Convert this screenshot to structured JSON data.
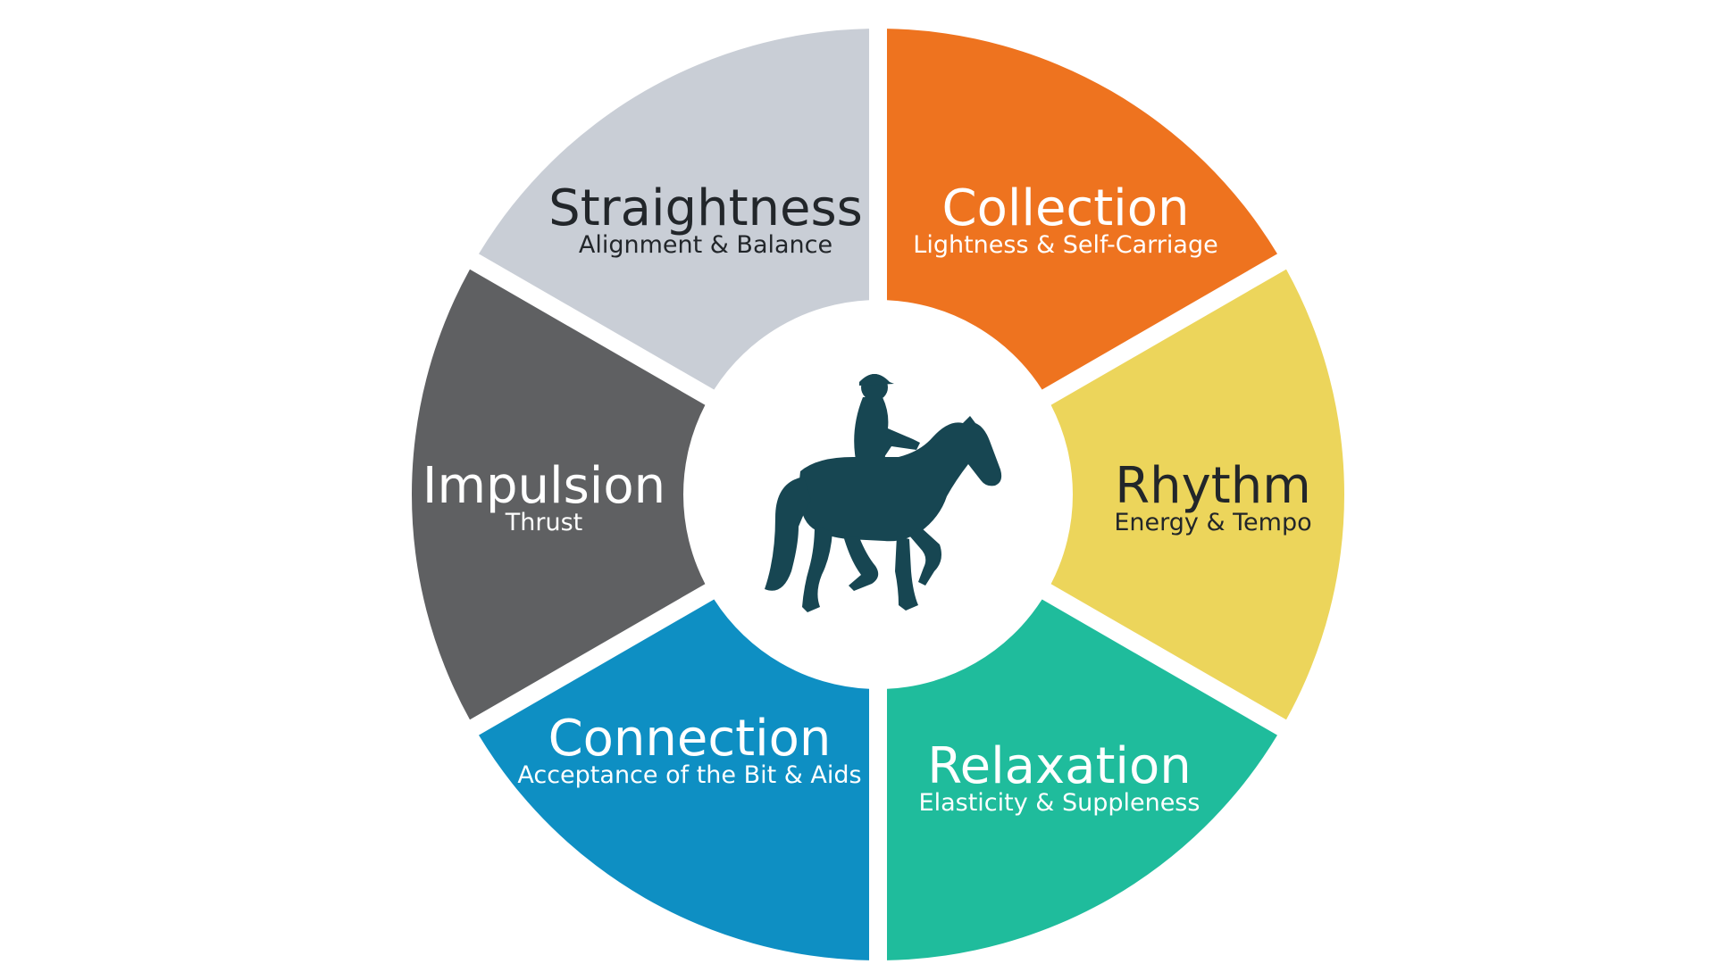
{
  "segments": [
    {
      "key": "collection",
      "title": "Collection",
      "subtitle": "Lightness & Self-Carriage",
      "color": "#EE731F",
      "text_color": "#FFFFFF"
    },
    {
      "key": "rhythm",
      "title": "Rhythm",
      "subtitle": "Energy & Tempo",
      "color": "#ECD55B",
      "text_color": "#22262A"
    },
    {
      "key": "relaxation",
      "title": "Relaxation",
      "subtitle": "Elasticity & Suppleness",
      "color": "#1FBC9C",
      "text_color": "#FFFFFF"
    },
    {
      "key": "connection",
      "title": "Connection",
      "subtitle": "Acceptance of the Bit & Aids",
      "color": "#0E8FC3",
      "text_color": "#FFFFFF"
    },
    {
      "key": "impulsion",
      "title": "Impulsion",
      "subtitle": "Thrust",
      "color": "#5F6062",
      "text_color": "#FFFFFF"
    },
    {
      "key": "straightness",
      "title": "Straightness",
      "subtitle": "Alignment & Balance",
      "color": "#C9CED6",
      "text_color": "#22262A"
    }
  ],
  "center_icon": {
    "name": "horse-and-rider-icon",
    "color": "#174652"
  },
  "background": "#FFFFFF"
}
